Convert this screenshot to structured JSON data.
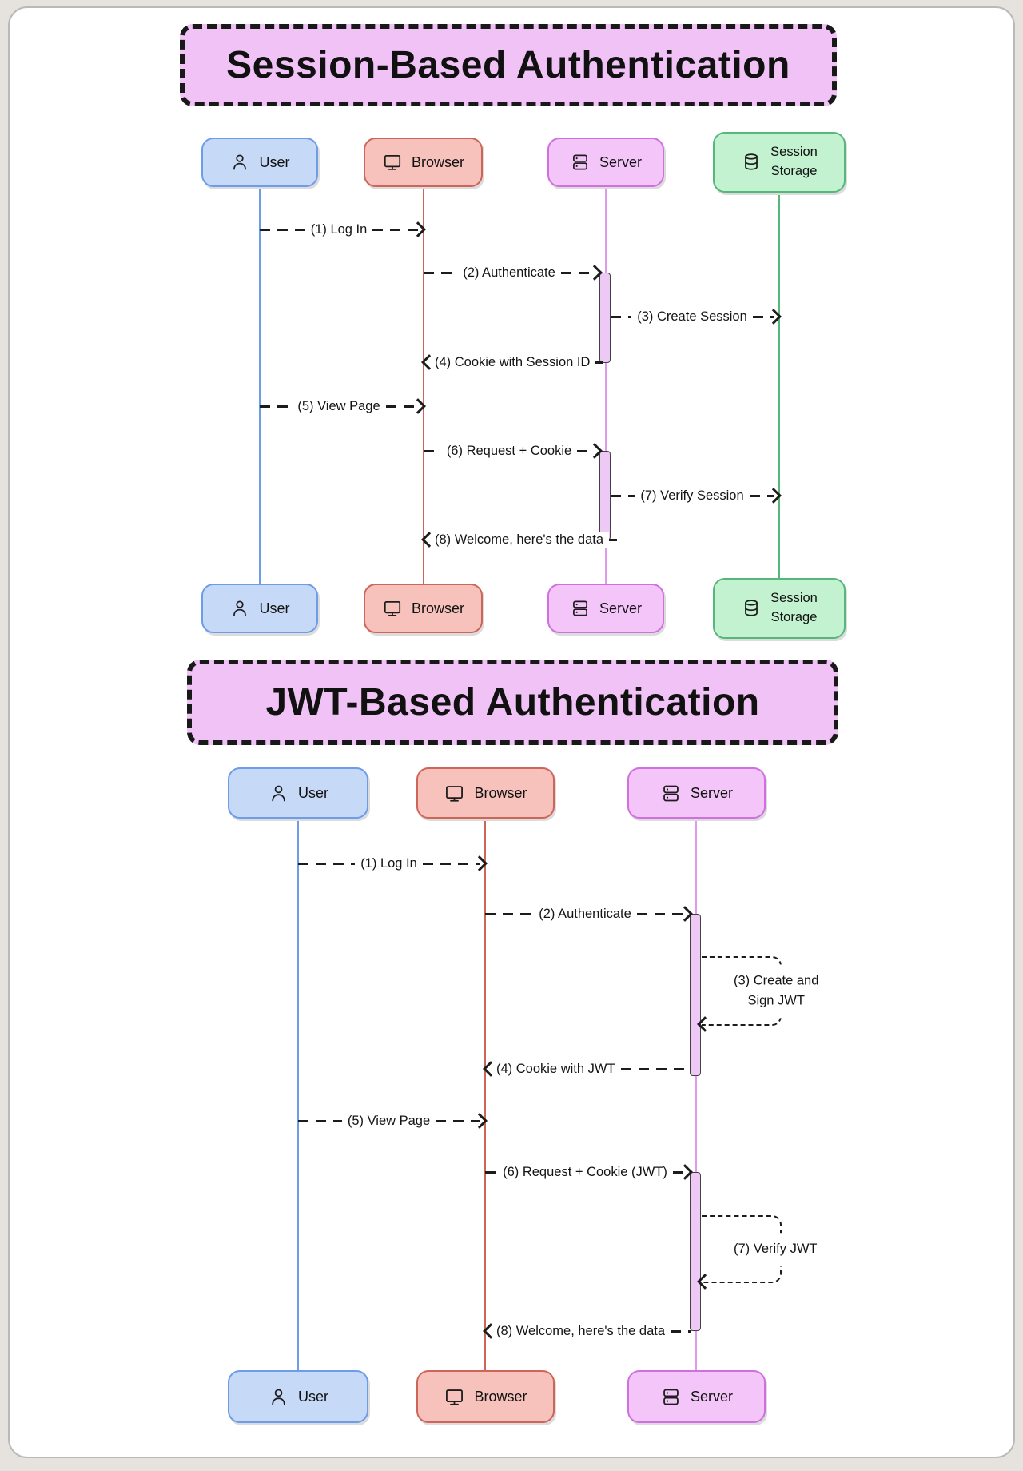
{
  "diagram1": {
    "title": "Session-Based Authentication",
    "actors": [
      {
        "id": "user",
        "label": "User"
      },
      {
        "id": "browser",
        "label": "Browser"
      },
      {
        "id": "server",
        "label": "Server"
      },
      {
        "id": "storage",
        "label": "Session Storage",
        "lines": [
          "Session",
          "Storage"
        ]
      }
    ],
    "messages": [
      {
        "text": "(1) Log In",
        "from": "User",
        "to": "Browser"
      },
      {
        "text": "(2) Authenticate",
        "from": "Browser",
        "to": "Server"
      },
      {
        "text": "(3) Create Session",
        "from": "Server",
        "to": "Session Storage"
      },
      {
        "text": "(4) Cookie with Session ID",
        "from": "Server",
        "to": "Browser"
      },
      {
        "text": "(5) View Page",
        "from": "User",
        "to": "Browser"
      },
      {
        "text": "(6) Request + Cookie",
        "from": "Browser",
        "to": "Server"
      },
      {
        "text": "(7) Verify Session",
        "from": "Server",
        "to": "Session Storage"
      },
      {
        "text": "(8) Welcome, here's the data",
        "from": "Server",
        "to": "Browser"
      }
    ]
  },
  "diagram2": {
    "title": "JWT-Based Authentication",
    "actors": [
      {
        "id": "user",
        "label": "User"
      },
      {
        "id": "browser",
        "label": "Browser"
      },
      {
        "id": "server",
        "label": "Server"
      }
    ],
    "messages": [
      {
        "text": "(1) Log In",
        "from": "User",
        "to": "Browser"
      },
      {
        "text": "(2) Authenticate",
        "from": "Browser",
        "to": "Server"
      },
      {
        "text": "(3) Create and Sign JWT",
        "lines": [
          "(3) Create and",
          "Sign JWT"
        ],
        "from": "Server",
        "to": "Server"
      },
      {
        "text": "(4) Cookie with JWT",
        "from": "Server",
        "to": "Browser"
      },
      {
        "text": "(5) View Page",
        "from": "User",
        "to": "Browser"
      },
      {
        "text": "(6) Request + Cookie (JWT)",
        "from": "Browser",
        "to": "Server"
      },
      {
        "text": "(7) Verify JWT",
        "from": "Server",
        "to": "Server"
      },
      {
        "text": "(8) Welcome, here's the data",
        "from": "Server",
        "to": "Browser"
      }
    ]
  },
  "palette": {
    "title_fill": "#f1c2f6",
    "user_fill": "#c6daf8",
    "user_stroke": "#6d9ce8",
    "browser_fill": "#f6c2bb",
    "browser_stroke": "#cf6459",
    "server_fill": "#f3c5f8",
    "server_stroke": "#cf6fe0",
    "storage_fill": "#c3f2d1",
    "storage_stroke": "#55b87a",
    "activation_fill": "#efc9f6",
    "line": "#1c1c1c",
    "canvas": "#ffffff",
    "page_background": "#e6e3df"
  }
}
